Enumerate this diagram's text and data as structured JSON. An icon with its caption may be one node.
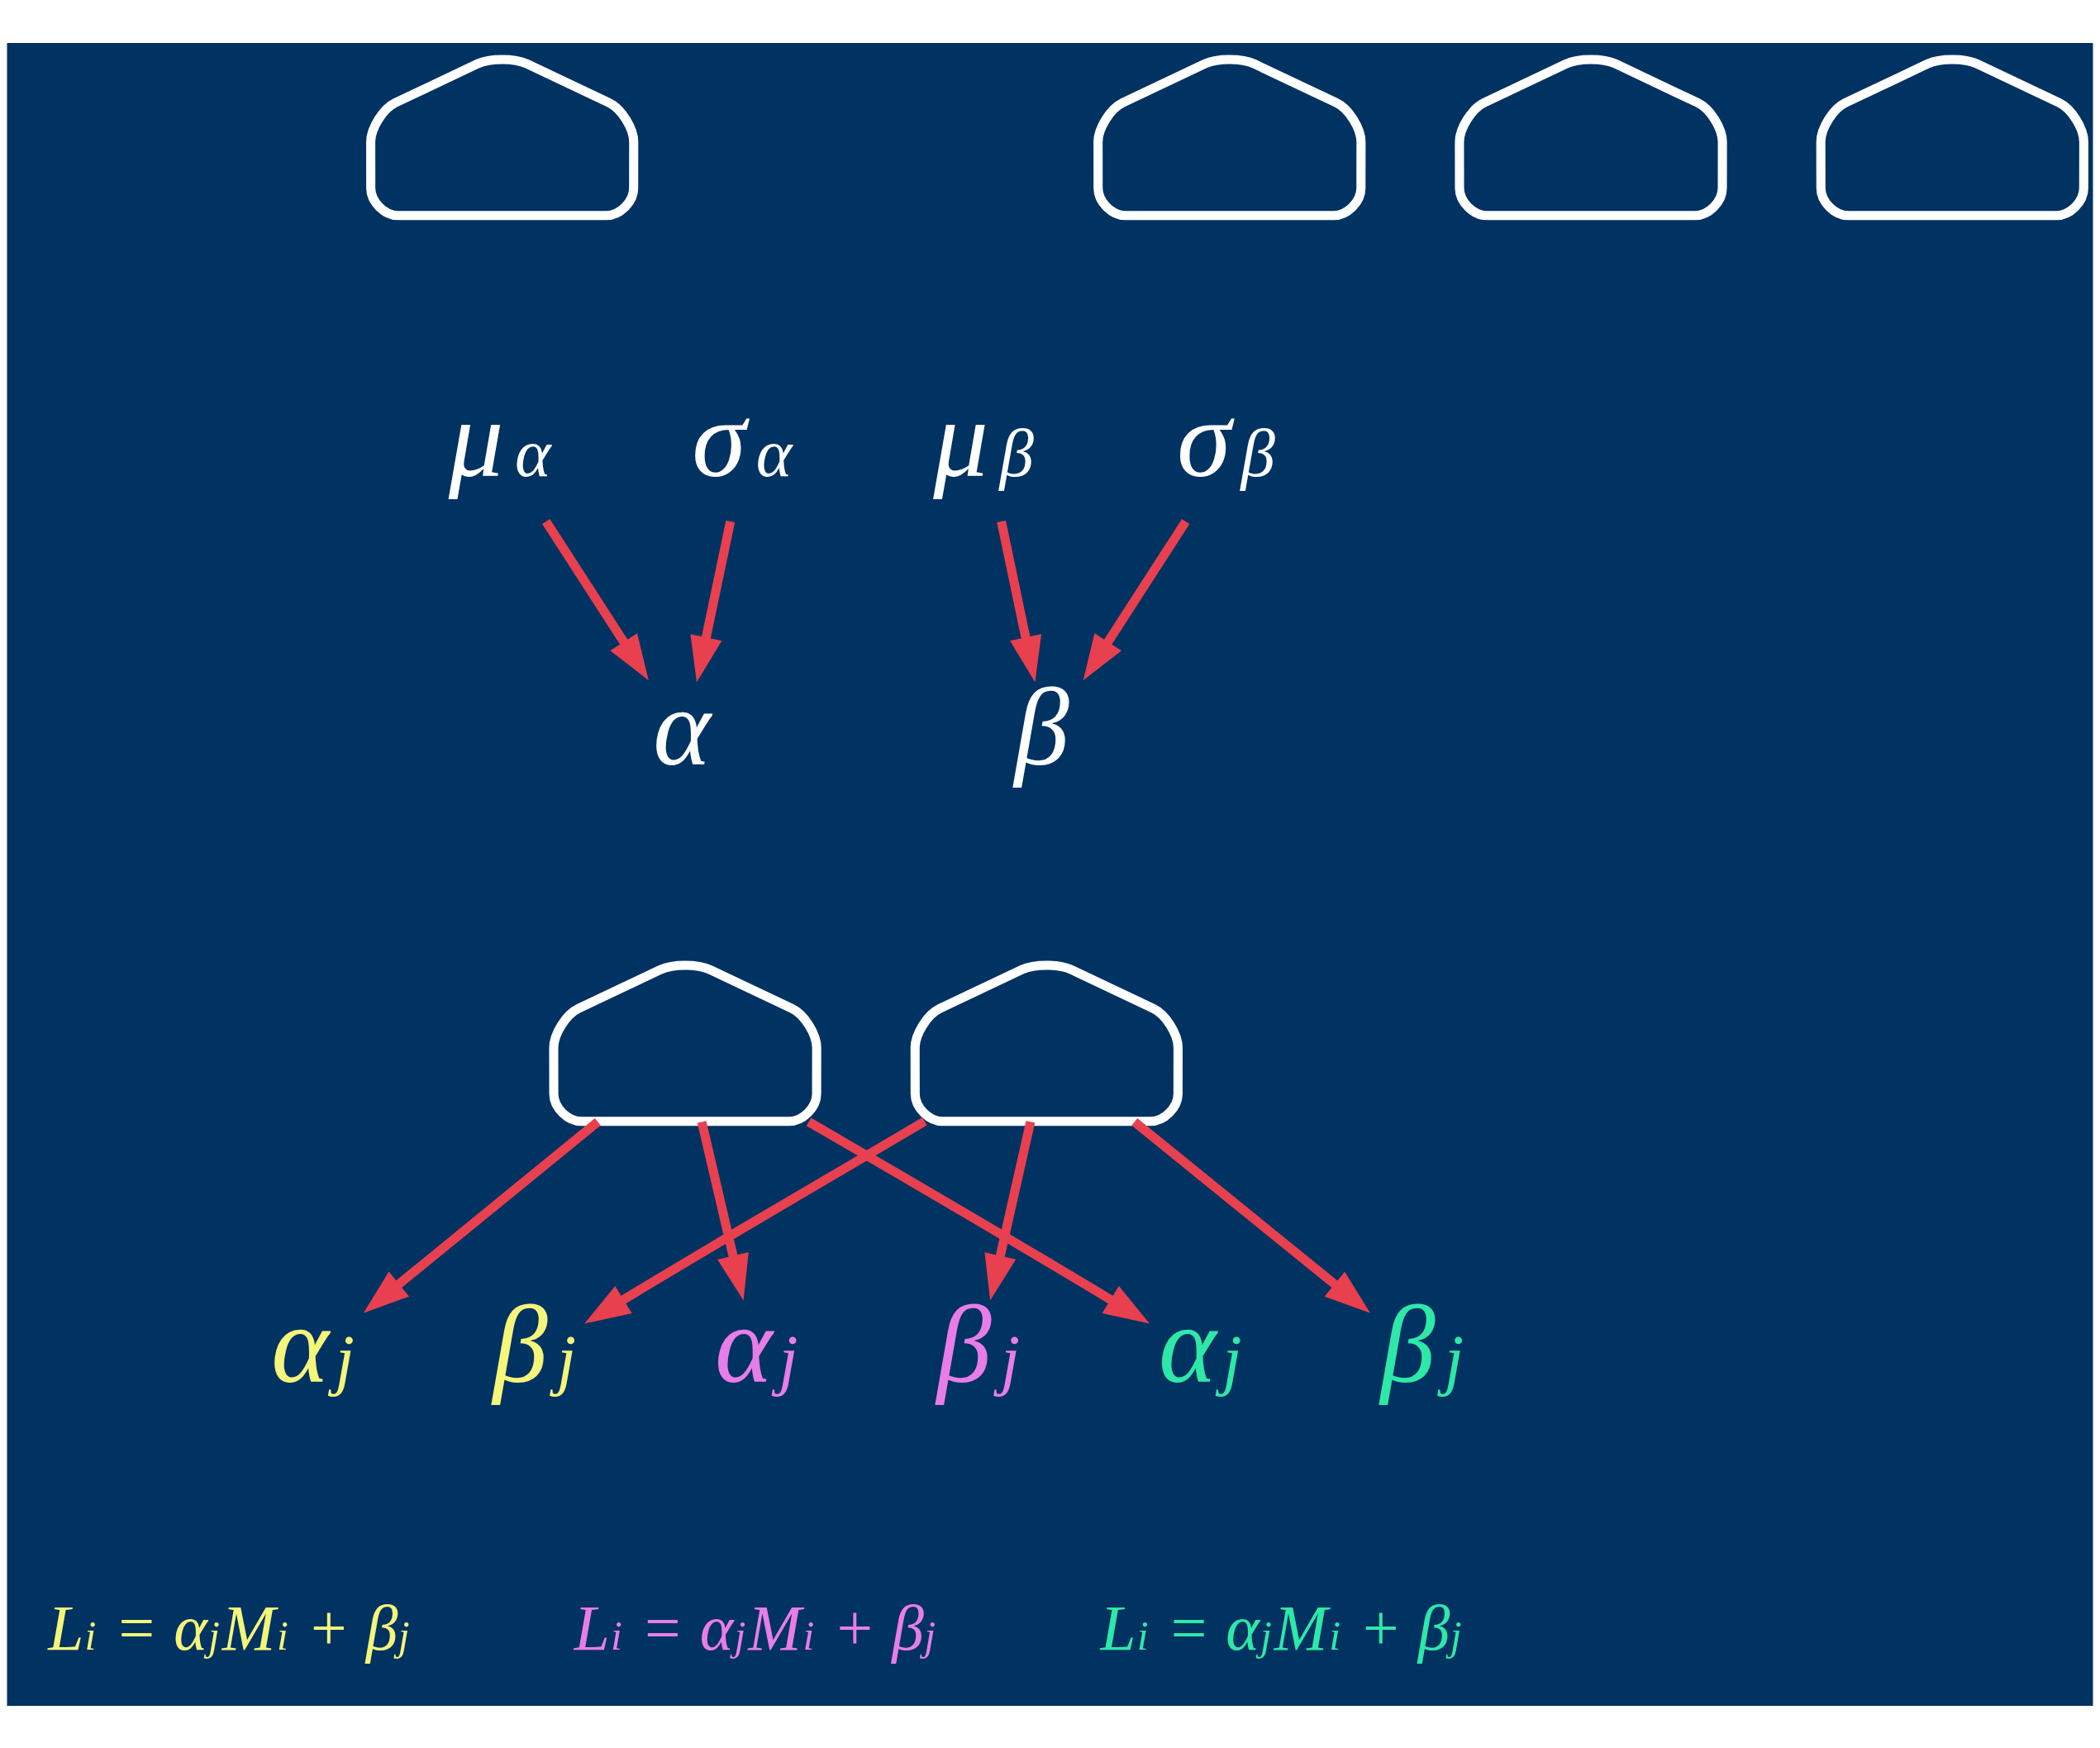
{
  "diagram": {
    "nodes": [
      {
        "text": [],
        "shape": "curve"
      },
      {
        "text": [],
        "shape": "curve"
      },
      {
        "text": [],
        "shape": "curve"
      },
      {
        "text": [],
        "shape": "curve"
      },
      {
        "text": [
          "μ$_{α}$"
        ]
      },
      {
        "text": [
          "σ$_{α}$"
        ]
      },
      {
        "text": [
          "μ$_{β}$"
        ]
      },
      {
        "text": [
          "σ$_{β}$"
        ]
      },
      {
        "text": [
          "α"
        ]
      },
      {
        "text": [
          "β"
        ]
      },
      {
        "text": [],
        "shape": "curve"
      },
      {
        "text": [],
        "shape": "curve"
      },
      {
        "text": [
          "α$_{j}$"
        ]
      },
      {
        "text": [
          "β$_{j}$"
        ]
      },
      {
        "text": [
          "α$_{j}$"
        ]
      },
      {
        "text": [
          "β$_{j}$"
        ]
      },
      {
        "text": [
          "α$_{j}$"
        ]
      },
      {
        "text": [
          "β$_{j}$"
        ]
      }
    ],
    "edges": [
      {
        "from": 4,
        "to": 8,
        "arrow": "to"
      },
      {
        "from": 5,
        "to": 8,
        "arrow": "to"
      },
      {
        "from": 6,
        "to": 9,
        "arrow": "to"
      },
      {
        "from": 7,
        "to": 9,
        "arrow": "to"
      },
      {
        "from": 10,
        "to": 12,
        "arrow": "to"
      },
      {
        "from": 11,
        "to": 13,
        "arrow": "to"
      },
      {
        "from": 10,
        "to": 14,
        "arrow": "to"
      },
      {
        "from": 11,
        "to": 15,
        "arrow": "to"
      },
      {
        "from": 10,
        "to": 16,
        "arrow": "to"
      },
      {
        "from": 11,
        "to": 17,
        "arrow": "to"
      }
    ],
    "labels": [
      "L$_{i}$ = α$_{j}$M$_{i}$ + β$_{j}$",
      "L$_{i}$ = α$_{j}$M$_{i}$ + β$_{j}$",
      "L$_{i}$ = α$_{j}$M$_{i}$ + β$_{j}$"
    ]
  }
}
